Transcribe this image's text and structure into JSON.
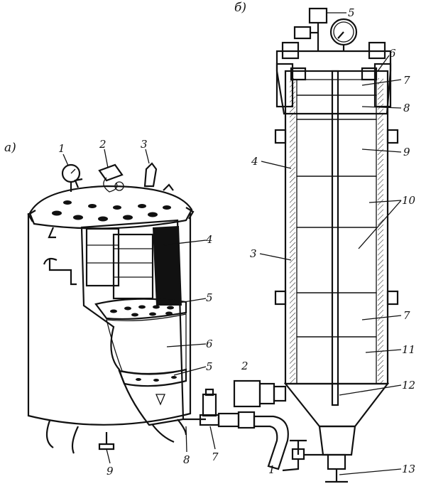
{
  "panels": {
    "a": {
      "label": "а)",
      "callouts": [
        "1",
        "2",
        "3",
        "4",
        "5",
        "6",
        "5",
        "7",
        "8",
        "9"
      ]
    },
    "b": {
      "label": "б)",
      "callouts": [
        "5",
        "6",
        "7",
        "8",
        "9",
        "10",
        "4",
        "3",
        "7",
        "11",
        "2",
        "12",
        "1",
        "13"
      ]
    }
  }
}
